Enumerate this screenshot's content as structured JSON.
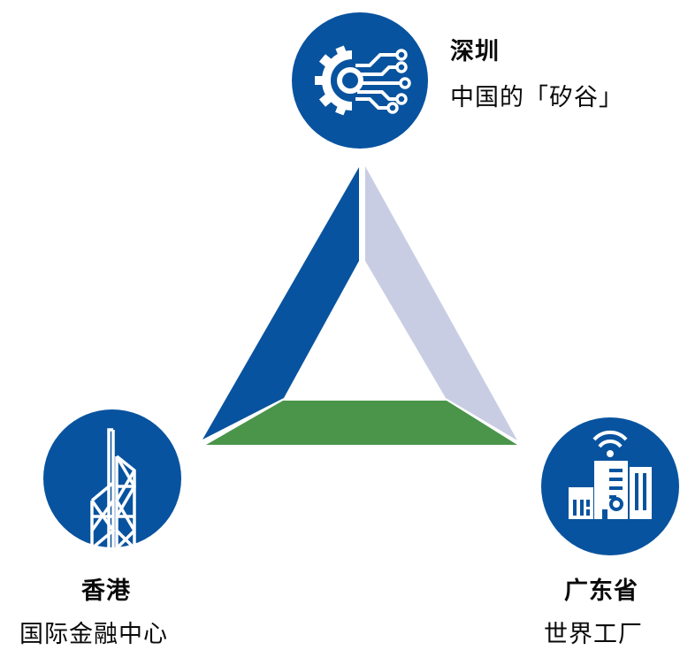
{
  "nodes": {
    "shenzhen": {
      "title": "深圳",
      "subtitle": "中国的「矽谷」",
      "icon": "gear-circuit-icon"
    },
    "hongkong": {
      "title": "香港",
      "subtitle": "国际金融中心",
      "icon": "bank-tower-icon"
    },
    "guangdong": {
      "title": "广东省",
      "subtitle": "世界工厂",
      "icon": "factory-building-wifi-icon"
    }
  },
  "colors": {
    "circle": "#08539f",
    "edge_left": "#08539f",
    "edge_right": "#c8cde3",
    "edge_bottom": "#4a954a",
    "icon": "#ffffff"
  }
}
